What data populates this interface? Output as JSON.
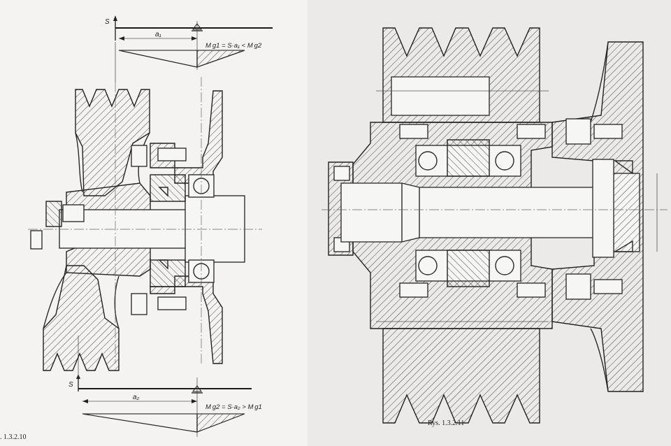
{
  "figure_left": {
    "caption": ". 1.3.2.10",
    "top_diagram": {
      "force_label": "S",
      "distance_label": "a₁",
      "moment_formula": "M g1 = S·a₁ < M g2"
    },
    "bottom_diagram": {
      "force_label": "S",
      "distance_label": "a₂",
      "moment_formula": "M g2 = S·a₂ > M g1"
    }
  },
  "figure_right": {
    "caption": "Rys. 1.3.2.11"
  }
}
